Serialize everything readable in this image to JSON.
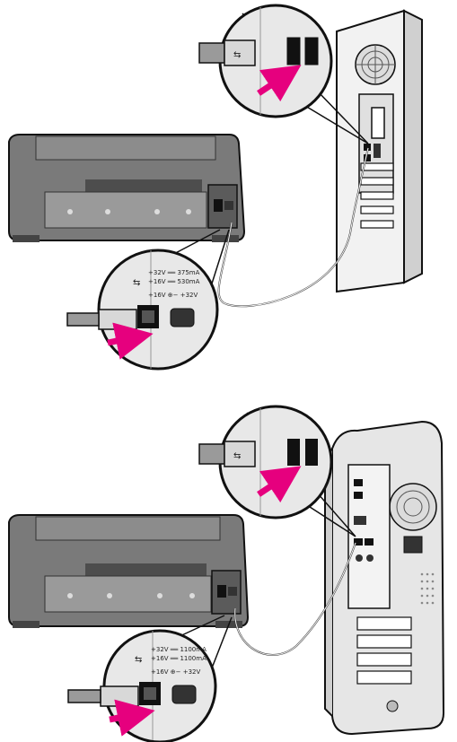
{
  "figure": {
    "panels": [
      {
        "computer": "pc-tower",
        "port_callout": {
          "device_port": "usb-a",
          "arrow_color": "#e6007e"
        },
        "printer_callout": {
          "device_port": "usb-b",
          "arrow_color": "#e6007e",
          "label_lines": [
            "+32V ══ 375mA",
            "+16V ══ 530mA",
            "+16V  ⊕−  +32V"
          ]
        }
      },
      {
        "computer": "mac-tower",
        "port_callout": {
          "device_port": "usb-a",
          "arrow_color": "#e6007e"
        },
        "printer_callout": {
          "device_port": "usb-b",
          "arrow_color": "#e6007e",
          "label_lines": [
            "+32V ══ 1100mA",
            "+16V ══ 1100mA",
            "+16V  ⊕−  +32V"
          ]
        }
      }
    ],
    "colors": {
      "accent_arrow": "#e6007e",
      "printer_body": "#6e6e6e",
      "tower": "#e8e8e8",
      "outline": "#111111"
    }
  }
}
